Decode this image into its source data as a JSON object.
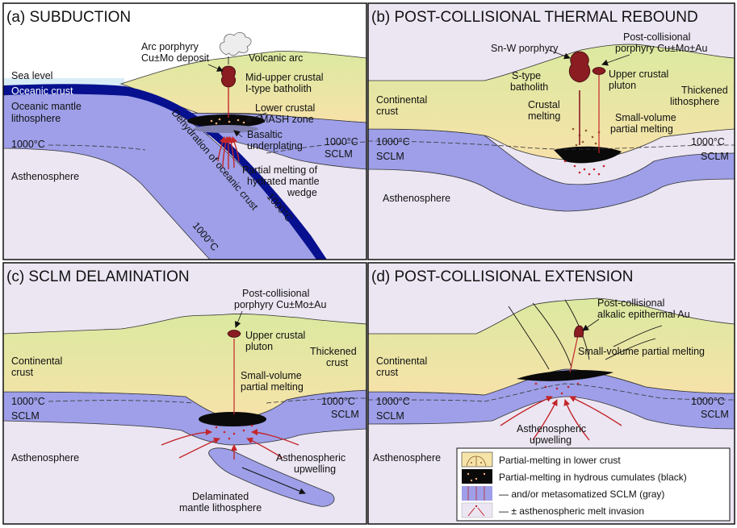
{
  "colors": {
    "asthenosphere": "#ece6f3",
    "mantle": "#9e9fe8",
    "crust_top": "#dfeaa6",
    "crust_bottom": "#f6e3a8",
    "ocean_crust": "#07118f",
    "sea": "#d8ecf7",
    "melt_red": "#c3262a",
    "black": "#0a0a0a"
  },
  "panel_a": {
    "title": "(a) SUBDUCTION",
    "sea_level": "Sea level",
    "oceanic_crust": "Oceanic crust",
    "oceanic_mantle_1": "Oceanic mantle",
    "oceanic_mantle_2": "lithosphere",
    "isotherm_left": "1000°C",
    "asthenosphere": "Asthenosphere",
    "arc_porphyry_1": "Arc porphyry",
    "arc_porphyry_2": "Cu±Mo deposit",
    "volcanic_arc": "Volcanic arc",
    "batholith_1": "Mid-upper crustal",
    "batholith_2": "I-type batholith",
    "mash_1": "Lower crustal",
    "mash_2": "MASH zone",
    "basaltic_1": "Basaltic",
    "basaltic_2": "underplating",
    "isotherm_right": "1000°C",
    "sclm": "SCLM",
    "partial_1": "Partial melting of",
    "partial_2": "hydrated mantle",
    "partial_3": "wedge",
    "dehydration": "Dehydration of oceanic crust",
    "isotherm_slab_1": "1000°C",
    "isotherm_slab_2": "1000°C"
  },
  "panel_b": {
    "title": "(b) POST-COLLISIONAL THERMAL REBOUND",
    "snw": "Sn-W porphyry",
    "postcoll_1": "Post-collisional",
    "postcoll_2": "porphyry Cu±Mo±Au",
    "stype_1": "S-type",
    "stype_2": "batholith",
    "upper_1": "Upper crustal",
    "upper_2": "pluton",
    "thick_1": "Thickened",
    "thick_2": "lithosphere",
    "cont_1": "Continental",
    "cont_2": "crust",
    "crustal_1": "Crustal",
    "crustal_2": "melting",
    "small_1": "Small-volume",
    "small_2": "partial melting",
    "iso_left": "1000°C",
    "sclm_left": "SCLM",
    "iso_right": "1000°C",
    "sclm_right": "SCLM",
    "asthenosphere": "Asthenosphere"
  },
  "panel_c": {
    "title": "(c) SCLM DELAMINATION",
    "postcoll_1": "Post-collisional",
    "postcoll_2": "porphyry Cu±Mo±Au",
    "upper_1": "Upper crustal",
    "upper_2": "pluton",
    "thick_1": "Thickened",
    "thick_2": "crust",
    "cont_1": "Continental",
    "cont_2": "crust",
    "small_1": "Small-volume",
    "small_2": "partial melting",
    "iso_left": "1000°C",
    "sclm_left": "SCLM",
    "iso_right": "1000°C",
    "sclm_right": "SCLM",
    "asthenosphere": "Asthenosphere",
    "upwelling_1": "Asthenospheric",
    "upwelling_2": "upwelling",
    "delam_1": "Delaminated",
    "delam_2": "mantle lithosphere"
  },
  "panel_d": {
    "title": "(d) POST-COLLISIONAL EXTENSION",
    "postcoll_1": "Post-collisional",
    "postcoll_2": "alkalic epithermal Au",
    "small": "Small-volume partial melting",
    "cont_1": "Continental",
    "cont_2": "crust",
    "iso_left": "1000°C",
    "sclm_left": "SCLM",
    "iso_right": "1000°C",
    "sclm_right": "SCLM",
    "upwelling_1": "Asthenospheric",
    "upwelling_2": "upwelling",
    "asthenosphere": "Asthenosphere"
  },
  "legend": {
    "item_1": "Partial-melting in lower crust",
    "item_2": "Partial-melting in hydrous cumulates (black)",
    "item_3": "— and/or metasomatized SCLM (gray)",
    "item_4": "— ± asthenospheric melt invasion"
  }
}
